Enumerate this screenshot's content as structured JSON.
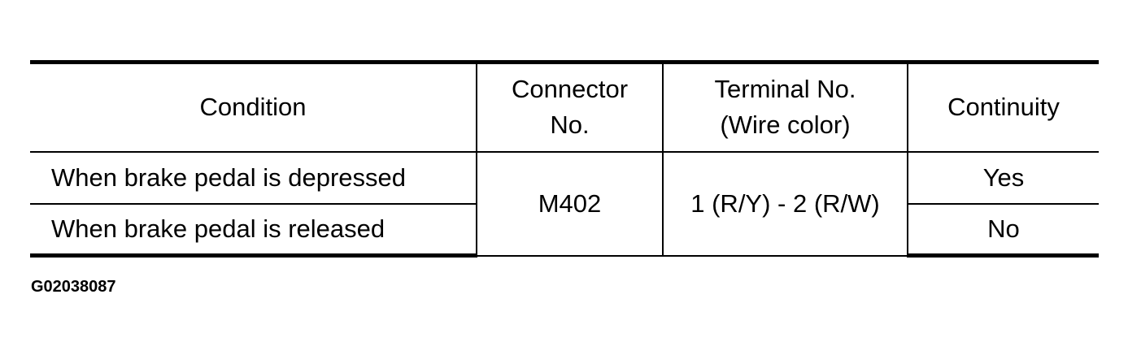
{
  "table": {
    "headers": {
      "condition": "Condition",
      "connector_line1": "Connector",
      "connector_line2": "No.",
      "terminal_line1": "Terminal No.",
      "terminal_line2": "(Wire color)",
      "continuity": "Continuity"
    },
    "rows": [
      {
        "condition": "When brake pedal is depressed",
        "continuity": "Yes"
      },
      {
        "condition": "When brake pedal is released",
        "continuity": "No"
      }
    ],
    "connector": "M402",
    "terminal": "1 (R/Y) - 2 (R/W)"
  },
  "figure_id": "G02038087"
}
